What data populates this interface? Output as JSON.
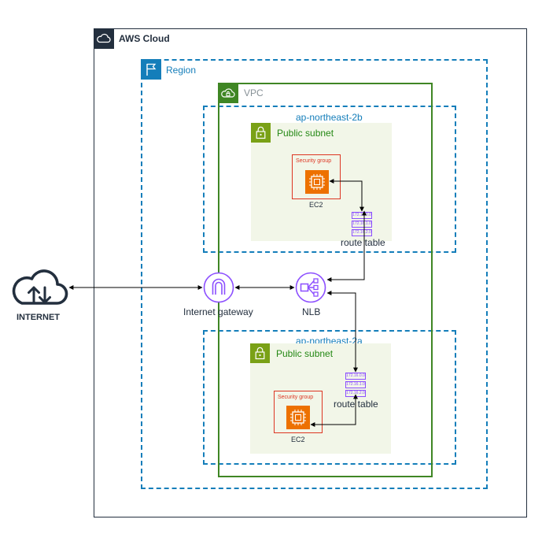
{
  "cloud": {
    "title": "AWS Cloud"
  },
  "region": {
    "title": "Region"
  },
  "vpc": {
    "title": "VPC"
  },
  "az_b": {
    "title": "ap-northeast-2b"
  },
  "az_a": {
    "title": "ap-northeast-2a"
  },
  "subnet_b": {
    "title": "Public subnet"
  },
  "subnet_a": {
    "title": "Public subnet"
  },
  "sg_b": {
    "title": "Security group",
    "ec2_label": "EC2"
  },
  "sg_a": {
    "title": "Security group",
    "ec2_label": "EC2"
  },
  "rt_b": {
    "label": "route table",
    "rows": [
      "172.16.0.0",
      "172.16.1.0",
      "172.16.2.0"
    ]
  },
  "rt_a": {
    "label": "route table",
    "rows": [
      "172.16.0.0",
      "172.16.1.0",
      "172.16.2.0"
    ]
  },
  "igw": {
    "label": "Internet gateway"
  },
  "nlb": {
    "label": "NLB"
  },
  "internet": {
    "label": "INTERNET"
  },
  "colors": {
    "cloud_border": "#232F3E",
    "region_border": "#147EBA",
    "region_text": "#147EBA",
    "vpc_border": "#3F8624",
    "vpc_text": "#879196",
    "az_border": "#147EBA",
    "subnet_fill": "#F2F6E8",
    "subnet_badge": "#7AA116",
    "subnet_text": "#248814",
    "sg_border": "#DD3522",
    "ec2_orange": "#ED7100",
    "purple": "#8C4FFF",
    "internet_dark": "#232F3E"
  }
}
